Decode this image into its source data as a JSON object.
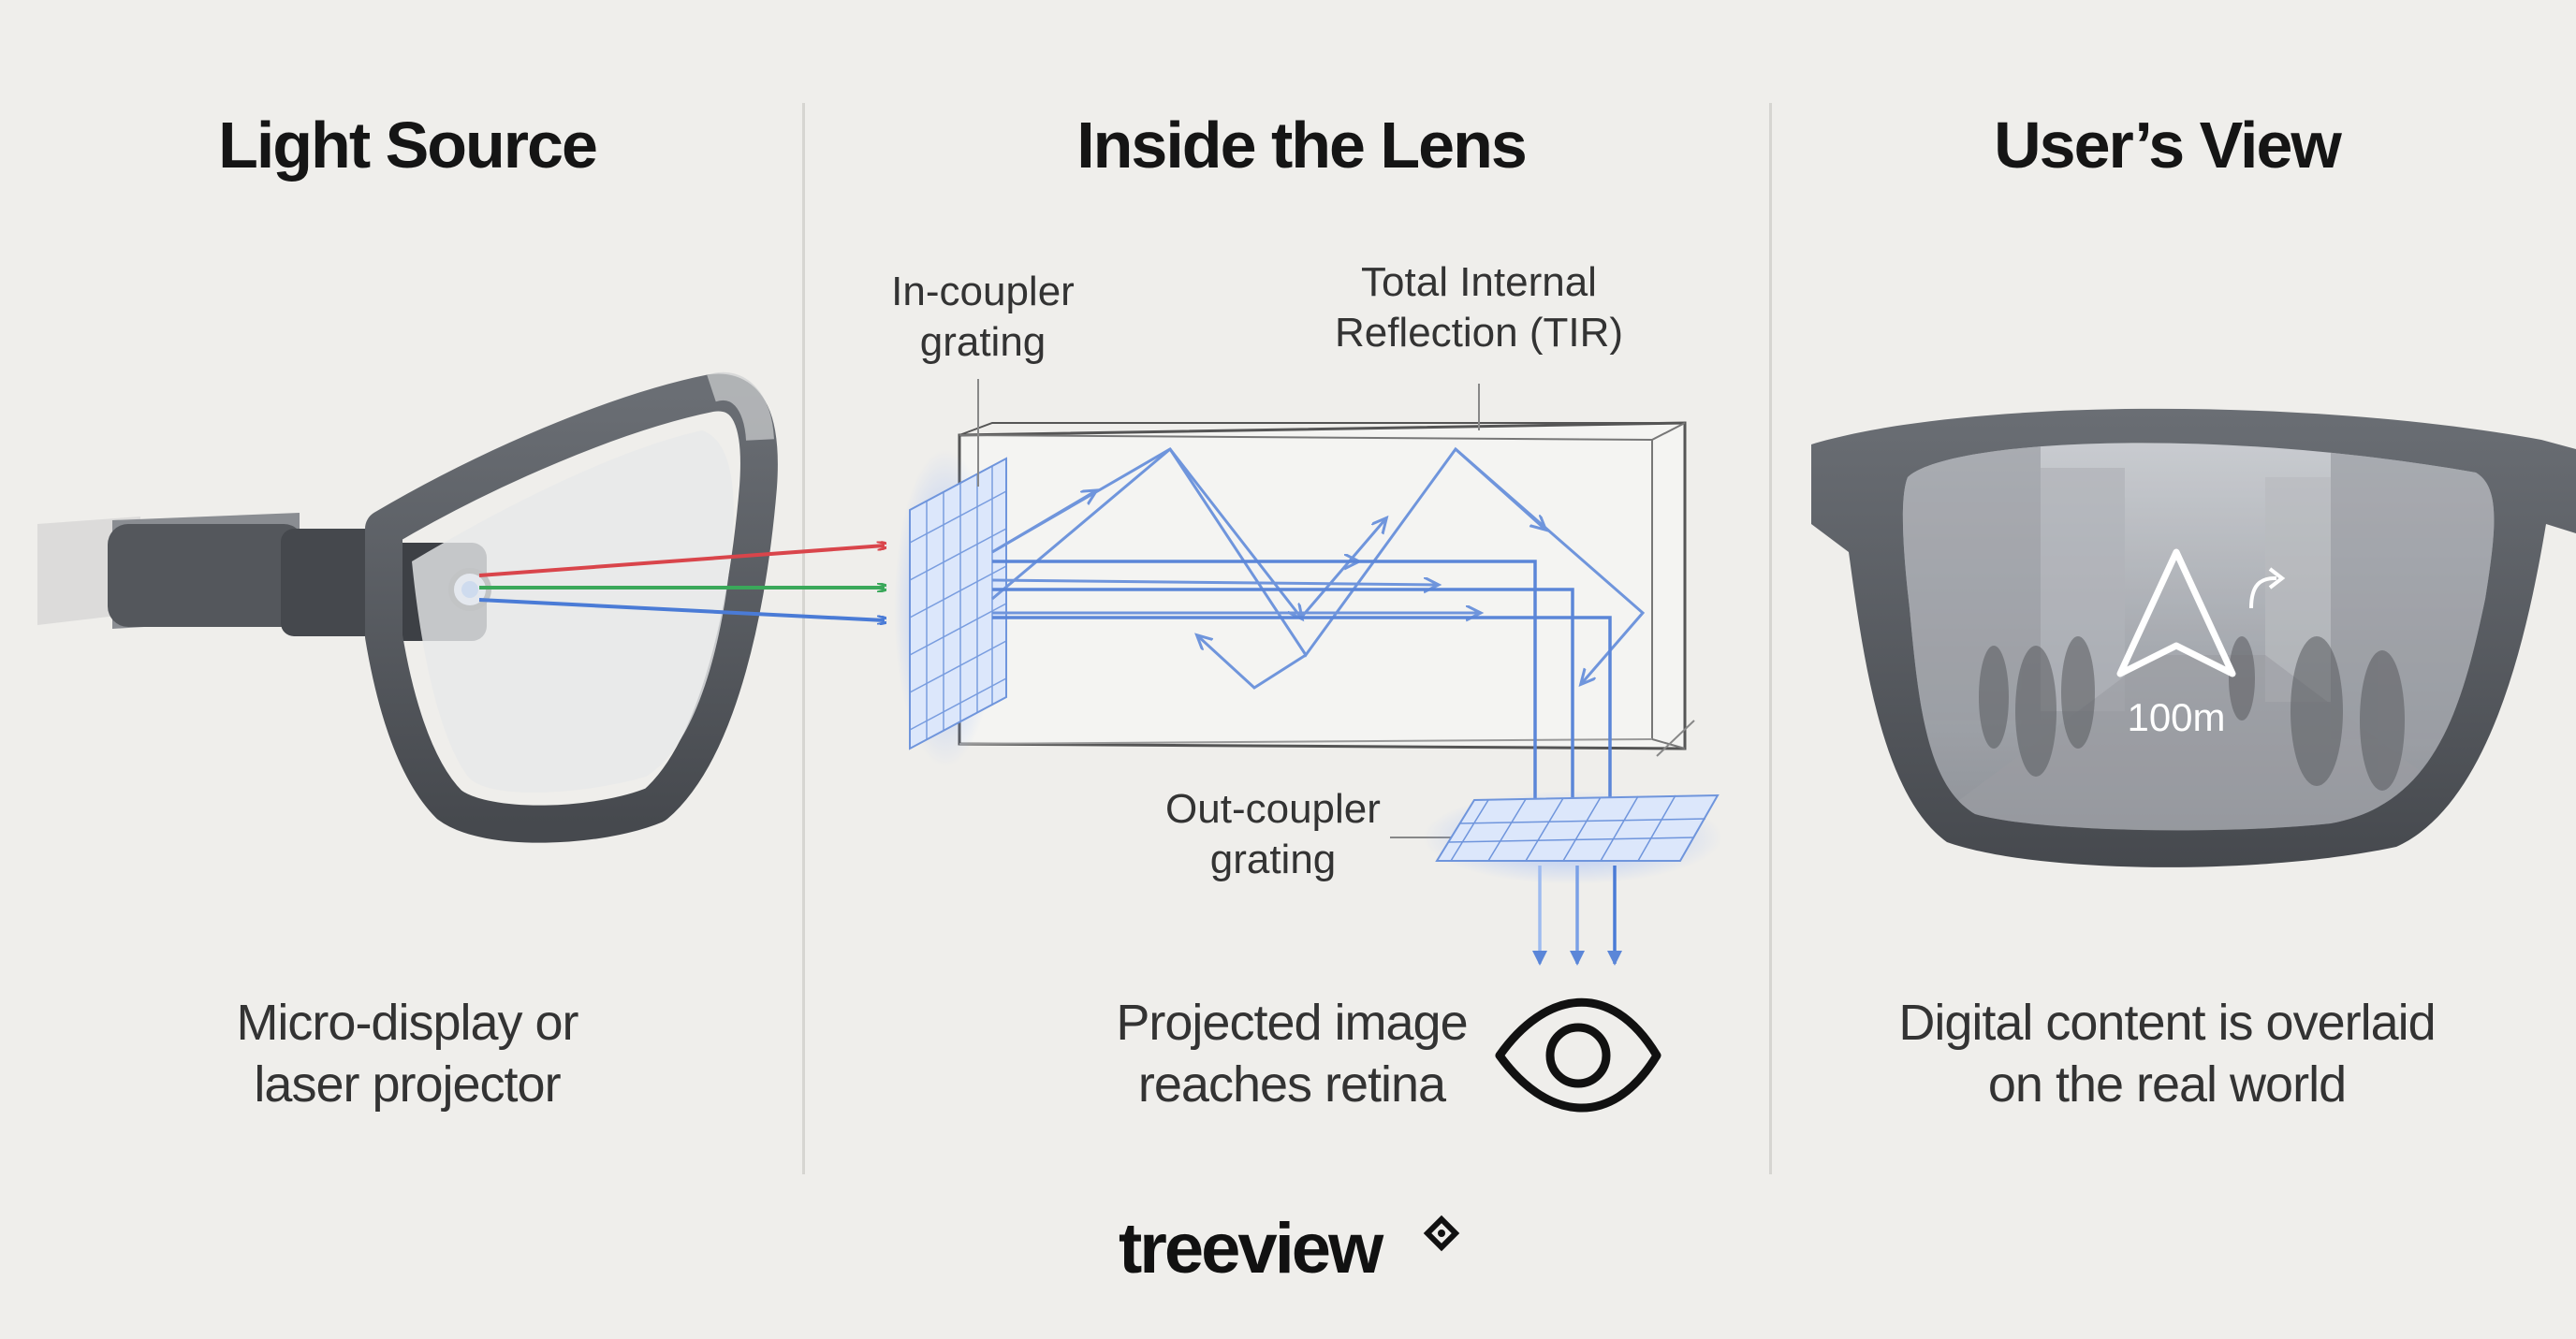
{
  "panels": {
    "light_source": {
      "title": "Light Source",
      "caption_line1": "Micro-display or",
      "caption_line2": "laser projector"
    },
    "inside_lens": {
      "title": "Inside the Lens",
      "caption_line1": "Projected image",
      "caption_line2": "reaches retina",
      "labels": {
        "in_coupler_1": "In-coupler",
        "in_coupler_2": "grating",
        "tir_1": "Total Internal",
        "tir_2": "Reflection (TIR)",
        "out_coupler_1": "Out-coupler",
        "out_coupler_2": "grating"
      }
    },
    "users_view": {
      "title": "User’s View",
      "caption_line1": "Digital content is overlaid",
      "caption_line2": "on the real world",
      "hud_distance": "100m"
    }
  },
  "brand": {
    "name": "treeview"
  },
  "colors": {
    "background": "#efeeeb",
    "ray_red": "#d9454b",
    "ray_green": "#3aa85a",
    "ray_blue": "#4a7bd6",
    "lens_ray": "#6f95dc",
    "frame": "#505459"
  },
  "icons": [
    "eye-icon",
    "navigation-arrow-icon",
    "turn-right-icon",
    "logo-diamond-icon"
  ]
}
